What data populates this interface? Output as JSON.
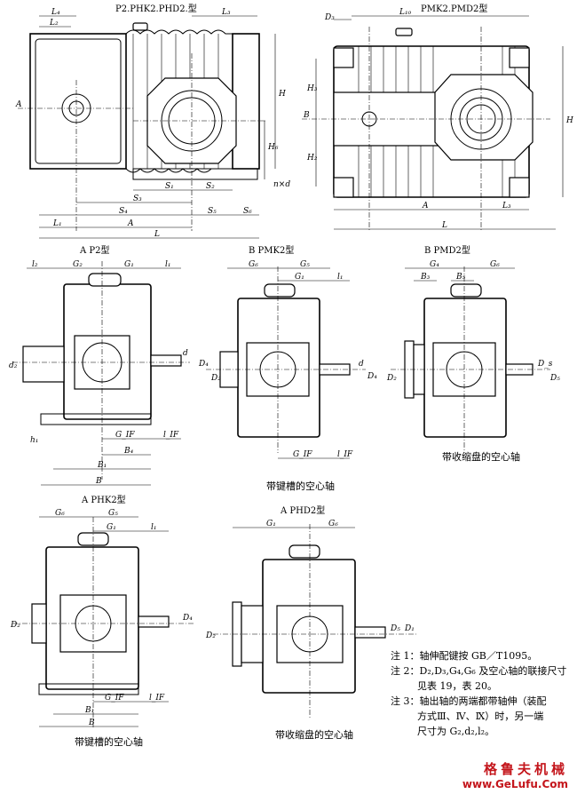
{
  "titles": {
    "top_left": "P2.PHK2.PHD2.型",
    "top_right": "PMK2.PMD2型",
    "view_a_p2": "A P2型",
    "view_b_pmk2": "B PMK2型",
    "view_b_pmd2": "B PMD2型",
    "view_a_phk2": "A PHK2型",
    "view_a_phd2": "A PHD2型"
  },
  "captions": {
    "pmk2": "带键槽的空心轴",
    "pmd2": "带收缩盘的空心轴",
    "phk2": "带键槽的空心轴",
    "phd2": "带收缩盘的空心轴"
  },
  "dims": {
    "L4": "L₄",
    "L2": "L₂",
    "L3": "L₃",
    "L10": "L₁₀",
    "D3": "D₃",
    "H": "H",
    "H6": "H₆",
    "H2": "H₂",
    "H3": "H₃",
    "A": "A",
    "B": "B",
    "S1": "S₁",
    "S2": "S₂",
    "S3": "S₃",
    "S4": "S₄",
    "S5": "S₅",
    "S6": "S₆",
    "nxd": "n×d",
    "L1": "L₁",
    "L": "L",
    "l2": "l₂",
    "G2": "G₂",
    "G1": "G₁",
    "l1": "l₁",
    "d2": "d₂",
    "d": "d",
    "h1": "h₁",
    "GIF": "G_IF",
    "IF": "l_IF",
    "B1": "B₁",
    "B4": "B₄",
    "G6": "G₆",
    "G5": "G₅",
    "G4": "G₄",
    "D2": "D₂",
    "D4": "D₄",
    "B3": "B₃",
    "B5": "B₅",
    "Ds": "D_s",
    "D5": "D₅",
    "D1": "D₁"
  },
  "notes": {
    "n1": "注 1：轴伸配键按 GB／T1095。",
    "n2a": "注 2：D₂,D₃,G₄,G₆ 及空心轴的联接尺寸",
    "n2b": "见表 19，表 20。",
    "n3a": "注 3：轴出轴的两端都带轴伸（装配",
    "n3b": "方式Ⅲ、Ⅳ、Ⅸ）时，另一端",
    "n3c": "尺寸为 G₂,d₂,l₂。"
  },
  "watermark": {
    "brand": "格鲁夫机械",
    "url": "www.GeLufu.Com"
  }
}
